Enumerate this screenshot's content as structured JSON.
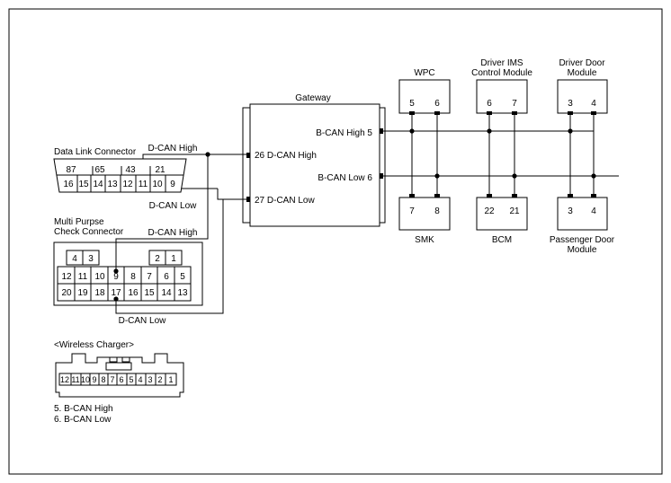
{
  "gateway": {
    "title": "Gateway",
    "pin_bcan_high": "B-CAN High 5",
    "pin_bcan_low": "B-CAN Low 6",
    "pin_dcan_high": "26 D-CAN High",
    "pin_dcan_low": "27 D-CAN Low"
  },
  "data_link": {
    "title": "Data Link Connector",
    "dcan_high_label": "D-CAN High",
    "dcan_low_label": "D-CAN Low",
    "top_pins": [
      "87",
      "65",
      "43",
      "21"
    ],
    "bottom_pins": [
      "16",
      "15",
      "14",
      "13",
      "12",
      "11",
      "10",
      "9"
    ]
  },
  "multi_purpose": {
    "title_line1": "Multi Purpse",
    "title_line2": "Check Connector",
    "dcan_high_label": "D-CAN High",
    "dcan_low_label": "D-CAN Low",
    "row1": [
      "4",
      "3",
      "2",
      "1"
    ],
    "row2": [
      "12",
      "11",
      "10",
      "9",
      "8",
      "7",
      "6",
      "5"
    ],
    "row3": [
      "20",
      "19",
      "18",
      "17",
      "16",
      "15",
      "14",
      "13"
    ]
  },
  "modules_top": [
    {
      "name_line1": "",
      "name_line2": "WPC",
      "pins": [
        "5",
        "6"
      ]
    },
    {
      "name_line1": "Driver IMS",
      "name_line2": "Control Module",
      "pins": [
        "6",
        "7"
      ]
    },
    {
      "name_line1": "Driver Door",
      "name_line2": "Module",
      "pins": [
        "3",
        "4"
      ]
    }
  ],
  "modules_bottom": [
    {
      "name_line1": "SMK",
      "name_line2": "",
      "pins": [
        "7",
        "8"
      ]
    },
    {
      "name_line1": "BCM",
      "name_line2": "",
      "pins": [
        "22",
        "21"
      ]
    },
    {
      "name_line1": "Passenger Door",
      "name_line2": "Module",
      "pins": [
        "3",
        "4"
      ]
    }
  ],
  "wireless_charger": {
    "title": "<Wireless Charger>",
    "pins": [
      "12",
      "11",
      "10",
      "9",
      "8",
      "7",
      "6",
      "5",
      "4",
      "3",
      "2",
      "1"
    ],
    "notes": [
      "5. B-CAN High",
      "6. B-CAN Low"
    ]
  }
}
